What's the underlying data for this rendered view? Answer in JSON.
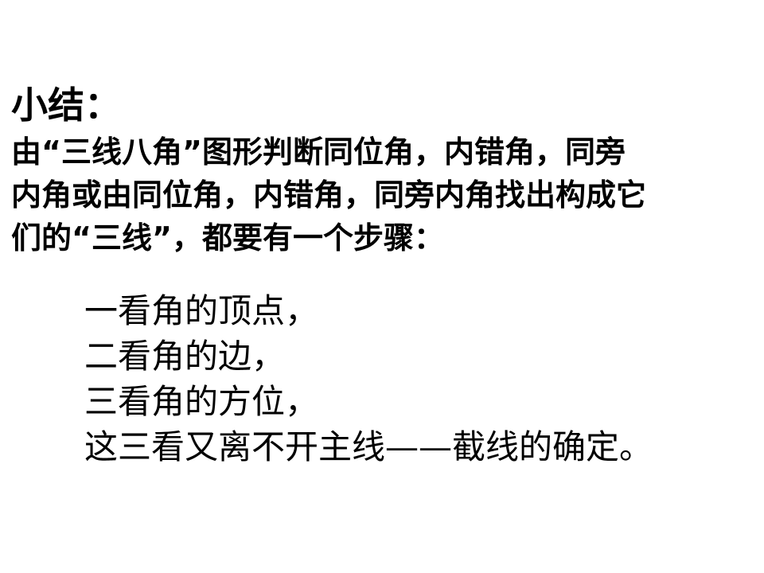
{
  "slide": {
    "heading": "小结：",
    "intro_lines": [
      "由“三线八角”图形判断同位角，内错角，同旁",
      "内角或由同位角，内错角，同旁内角找出构成它",
      "们的“三线”，都要有一个步骤："
    ],
    "steps": [
      "一看角的顶点，",
      "二看角的边，",
      "三看角的方位，",
      "这三看又离不开主线——截线的确定。"
    ]
  }
}
